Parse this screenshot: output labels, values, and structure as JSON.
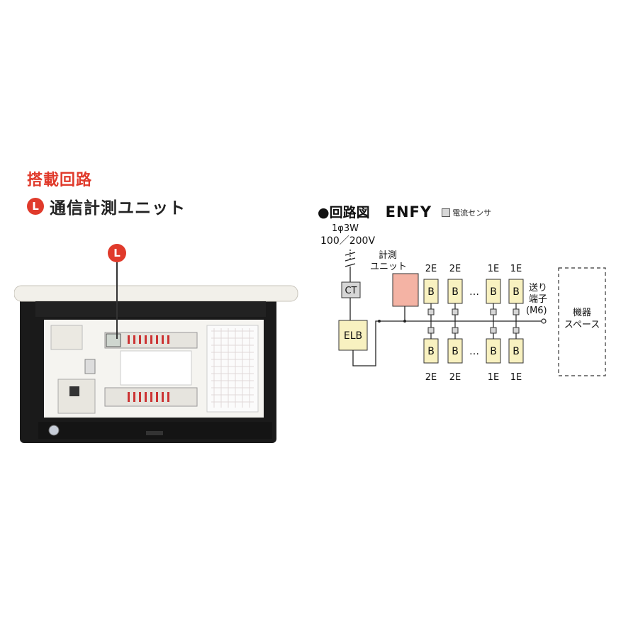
{
  "left": {
    "heading": "搭載回路",
    "badge": "L",
    "unit_name": "通信計測ユニット",
    "panel_marker": "L"
  },
  "diagram": {
    "title_prefix": "●",
    "title": "回路図",
    "model": "ENFY",
    "sensor_legend": "電流センサ",
    "supply_phase": "1φ3W",
    "supply_voltage": "100／200V",
    "ct": "CT",
    "elb": "ELB",
    "meter_label_1": "計測",
    "meter_label_2": "ユニット",
    "breaker_label": "B",
    "top_ratings": [
      "2E",
      "2E",
      "1E",
      "1E"
    ],
    "bottom_ratings": [
      "2E",
      "2E",
      "1E",
      "1E"
    ],
    "ellipsis": "…",
    "terminal_1": "送り",
    "terminal_2": "端子",
    "terminal_3": "(M6)",
    "space_1": "機器",
    "space_2": "スペース",
    "colors": {
      "breaker_fill": "#f8f1c0",
      "meter_fill": "#f4b3a4",
      "ct_fill": "#d6d6d6",
      "accent": "#e03a2b"
    }
  }
}
